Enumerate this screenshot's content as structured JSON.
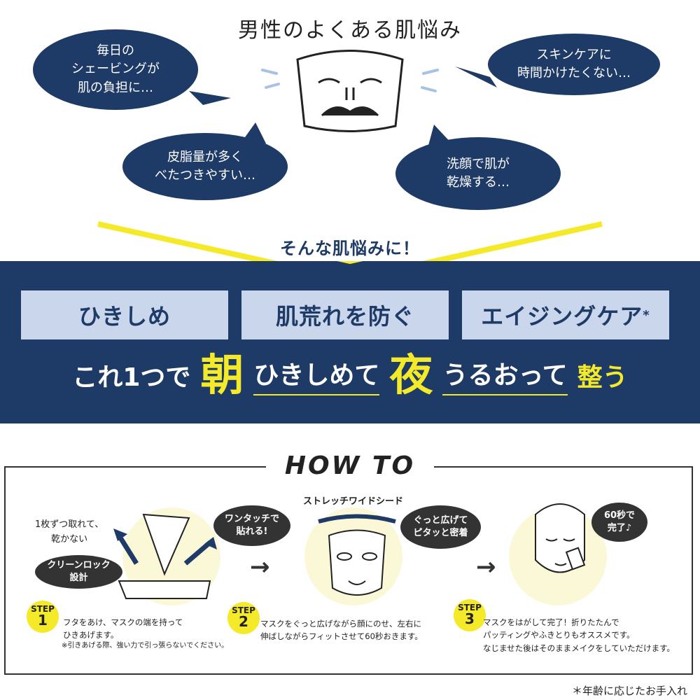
{
  "header": {
    "title": "男性のよくある肌悩み"
  },
  "concerns": [
    {
      "text": "毎日の\nシェービングが\n肌の負担に…"
    },
    {
      "text": "スキンケアに\n時間かけたくない…"
    },
    {
      "text": "皮脂量が多く\nべたつきやすい…"
    },
    {
      "text": "洗顔で肌が\n乾燥する…"
    }
  ],
  "lead": "そんな肌悩みに！",
  "benefits": [
    {
      "label": "ひきしめ"
    },
    {
      "label": "肌荒れを防ぐ"
    },
    {
      "label": "エイジングケア",
      "mark": "*"
    }
  ],
  "slogan": {
    "p1": "これ1つで",
    "morning": "朝",
    "p2": "ひきしめて",
    "night": "夜",
    "p3": "うるおって",
    "p4": "整う"
  },
  "howto": {
    "title": "HOW TO",
    "step_label": "STEP",
    "steps": [
      {
        "num": "1",
        "text": "フタをあけ、マスクの端を持って\nひきあげます。",
        "note": "※引きあげる際、強い力で引っ張らないでください。",
        "caption": "1枚ずつ取れて、\n乾かない",
        "bubbles": [
          "クリーンロック\n設計",
          "ワンタッチで\n貼れる!"
        ]
      },
      {
        "num": "2",
        "text": "マスクをぐっと広げながら顔にのせ、左右に\n伸ばしながらフィットさせて60秒おきます。",
        "caption": "ストレッチワイドシード",
        "bubbles": [
          "ぐっと広げて\nピタッと密着"
        ]
      },
      {
        "num": "3",
        "text": "マスクをはがして完了！折りたたんで\nパッティングやふきとりもオススメです。\nなじませた後はそのままメイクをしていただけます。",
        "bubbles": [
          "60秒で\n完了♪"
        ]
      }
    ]
  },
  "footnote": "＊年齢に応じたお手入れ",
  "colors": {
    "navy": "#1e3a66",
    "yellow": "#f5ea2a",
    "light_blue": "#c9d6ec"
  }
}
